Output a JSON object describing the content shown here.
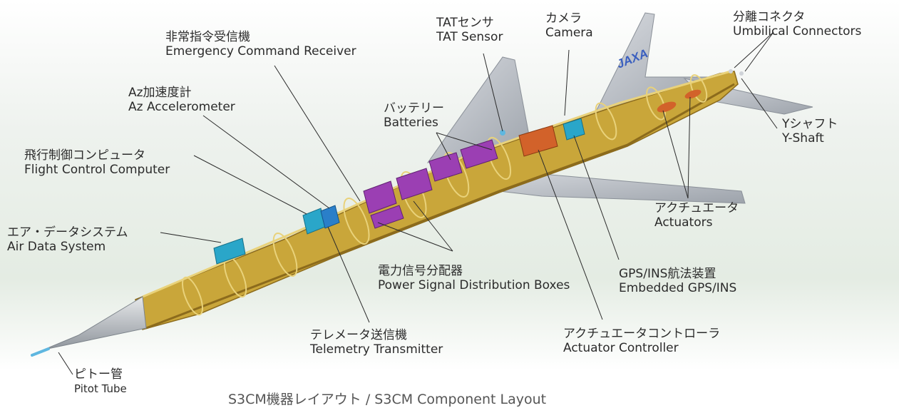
{
  "labels": {
    "emergency_receiver": {
      "ja": "非常指令受信機",
      "en": "Emergency Command Receiver"
    },
    "tat_sensor": {
      "ja": "TATセンサ",
      "en": "TAT Sensor"
    },
    "camera": {
      "ja": "カメラ",
      "en": "Camera"
    },
    "umbilical": {
      "ja": "分離コネクタ",
      "en": "Umbilical Connectors"
    },
    "az_accel": {
      "ja": "Az加速度計",
      "en": "Az Accelerometer"
    },
    "batteries": {
      "ja": "バッテリー",
      "en": "Batteries"
    },
    "y_shaft": {
      "ja": "Yシャフト",
      "en": "Y-Shaft"
    },
    "flight_computer": {
      "ja": "飛行制御コンピュータ",
      "en": "Flight Control Computer"
    },
    "actuators": {
      "ja": "アクチュエータ",
      "en": "Actuators"
    },
    "air_data": {
      "ja": "エア・データシステム",
      "en": "Air Data System"
    },
    "power_dist": {
      "ja": "電力信号分配器",
      "en": "Power Signal Distribution Boxes"
    },
    "gps_ins": {
      "ja": "GPS/INS航法装置",
      "en": "Embedded GPS/INS"
    },
    "telemetry": {
      "ja": "テレメータ送信機",
      "en": "Telemetry Transmitter"
    },
    "actuator_controller": {
      "ja": "アクチュエータコントローラ",
      "en": "Actuator Controller"
    },
    "pitot": {
      "ja": "ピトー管",
      "en": "Pitot Tube"
    }
  },
  "logo": "JAXA",
  "caption": "S3CM機器レイアウト / S3CM Component Layout",
  "colors": {
    "airframe": "#c9a63a",
    "frame_dark": "#8c6b1c",
    "skin": "#b9bdc3",
    "battery": "#9b3fb3",
    "computer": "#2aa6c9",
    "actuator_controller": "#d2622a",
    "pitot": "#5fb7e0",
    "leader": "#2b2b2b"
  }
}
